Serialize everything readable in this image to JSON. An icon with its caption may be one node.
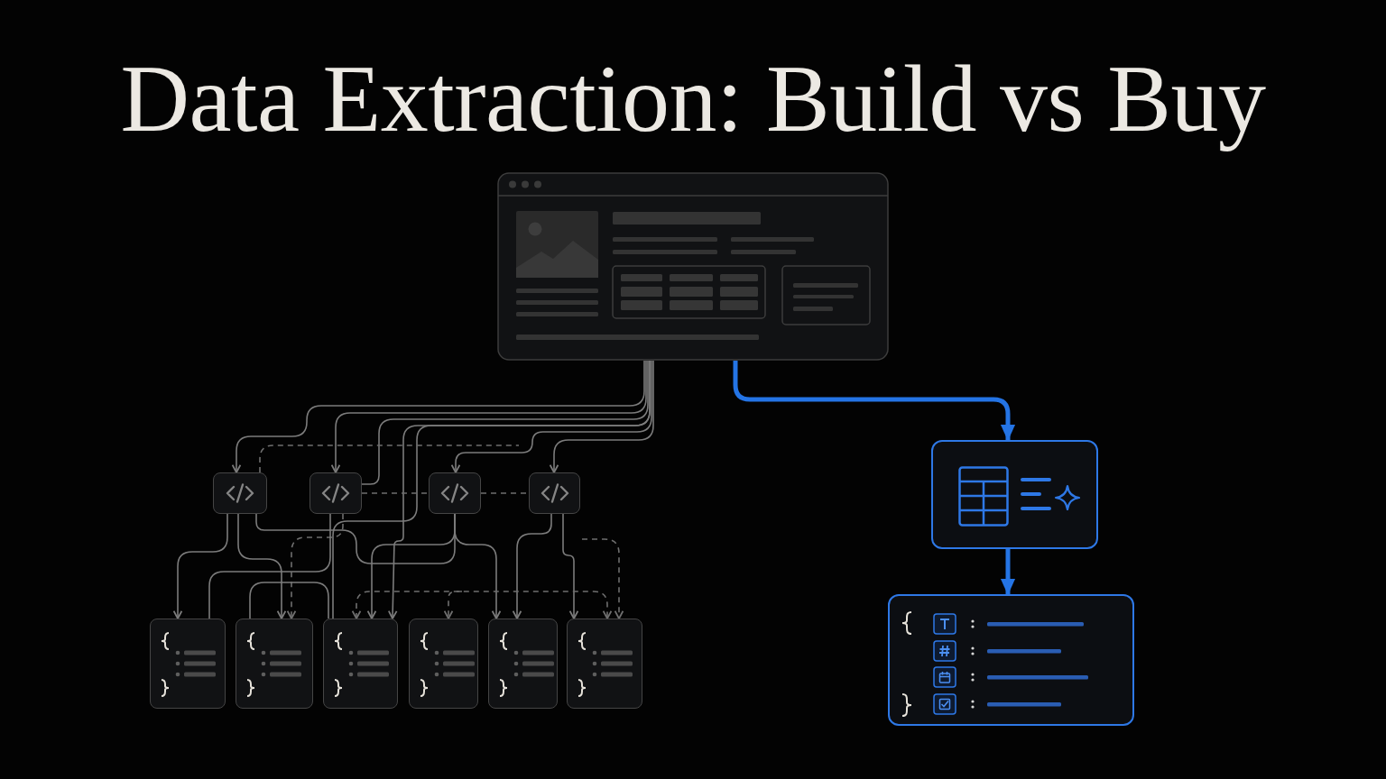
{
  "diagram": {
    "title": "Data Extraction: Build vs Buy",
    "nodes": [
      {
        "text": [],
        "shape": "picture"
      },
      {
        "text": [],
        "shape": "box"
      },
      {
        "text": [],
        "shape": "box"
      },
      {
        "text": [],
        "shape": "box"
      },
      {
        "text": [],
        "shape": "box"
      },
      {
        "text": [],
        "shape": "box"
      },
      {
        "text": [],
        "shape": "box"
      },
      {
        "text": [],
        "shape": "box"
      },
      {
        "text": [],
        "shape": "box"
      },
      {
        "text": [],
        "shape": "box"
      },
      {
        "text": [],
        "shape": "box"
      },
      {
        "text": [],
        "shape": "box"
      },
      {
        "text": [],
        "shape": "box"
      }
    ],
    "edges": [
      {
        "from": 0,
        "to": 1,
        "arrow": "to"
      },
      {
        "from": 0,
        "to": 2,
        "arrow": "to"
      },
      {
        "from": 0,
        "to": 2,
        "arrow": "none"
      },
      {
        "from": 0,
        "to": 7,
        "arrow": "to"
      },
      {
        "from": 0,
        "to": 7,
        "arrow": "none"
      },
      {
        "from": 0,
        "to": 3,
        "arrow": "to"
      },
      {
        "from": 0,
        "to": 4,
        "arrow": "to"
      },
      {
        "from": 1,
        "to": null,
        "arrow": "none",
        "style": "dashed"
      },
      {
        "from": 2,
        "to": 3,
        "arrow": "none",
        "style": "dashed"
      },
      {
        "from": 3,
        "to": 4,
        "arrow": "none",
        "style": "dashed"
      },
      {
        "from": 1,
        "to": 5,
        "arrow": "to"
      },
      {
        "from": 1,
        "to": 6,
        "arrow": "to"
      },
      {
        "from": 1,
        "to": 3,
        "arrow": "none"
      },
      {
        "from": 2,
        "to": 6,
        "arrow": "to",
        "style": "dashed"
      },
      {
        "from": 2,
        "to": 5,
        "arrow": "none"
      },
      {
        "from": 6,
        "to": 7,
        "arrow": "none"
      },
      {
        "from": 3,
        "to": 7,
        "arrow": "to"
      },
      {
        "from": 3,
        "to": 9,
        "arrow": "to"
      },
      {
        "from": 4,
        "to": 9,
        "arrow": "to"
      },
      {
        "from": 4,
        "to": 10,
        "arrow": "to"
      },
      {
        "from": 7,
        "to": 10,
        "arrow": "both",
        "style": "dashed"
      },
      {
        "from": null,
        "to": 8,
        "arrow": "to",
        "style": "dashed"
      },
      {
        "from": null,
        "to": 10,
        "arrow": "to",
        "style": "dashed"
      },
      {
        "from": 0,
        "to": 11,
        "arrow": "to",
        "style": "thick",
        "color": "#2474e5"
      },
      {
        "from": 11,
        "to": 12,
        "arrow": "to",
        "style": "thick",
        "color": "#2474e5"
      }
    ]
  }
}
